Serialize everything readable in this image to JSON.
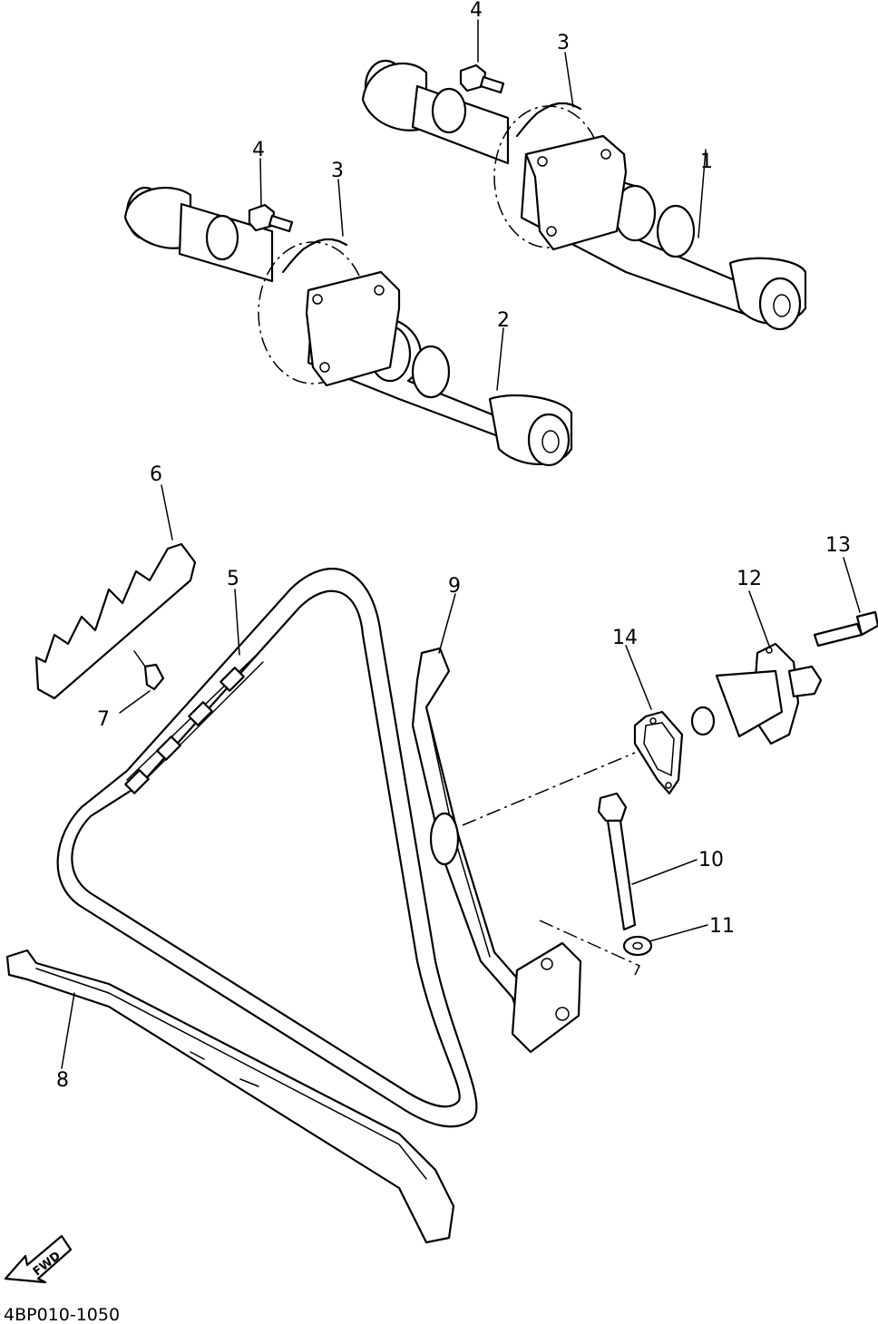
{
  "callouts": {
    "c1": "1",
    "c2": "2",
    "c3a": "3",
    "c3b": "3",
    "c4a": "4",
    "c4b": "4",
    "c5": "5",
    "c6": "6",
    "c7": "7",
    "c8": "8",
    "c9": "9",
    "c10": "10",
    "c11": "11",
    "c12": "12",
    "c13": "13",
    "c14": "14"
  },
  "fwd_label": "FWD",
  "diagram_code": "4BP010-1050"
}
